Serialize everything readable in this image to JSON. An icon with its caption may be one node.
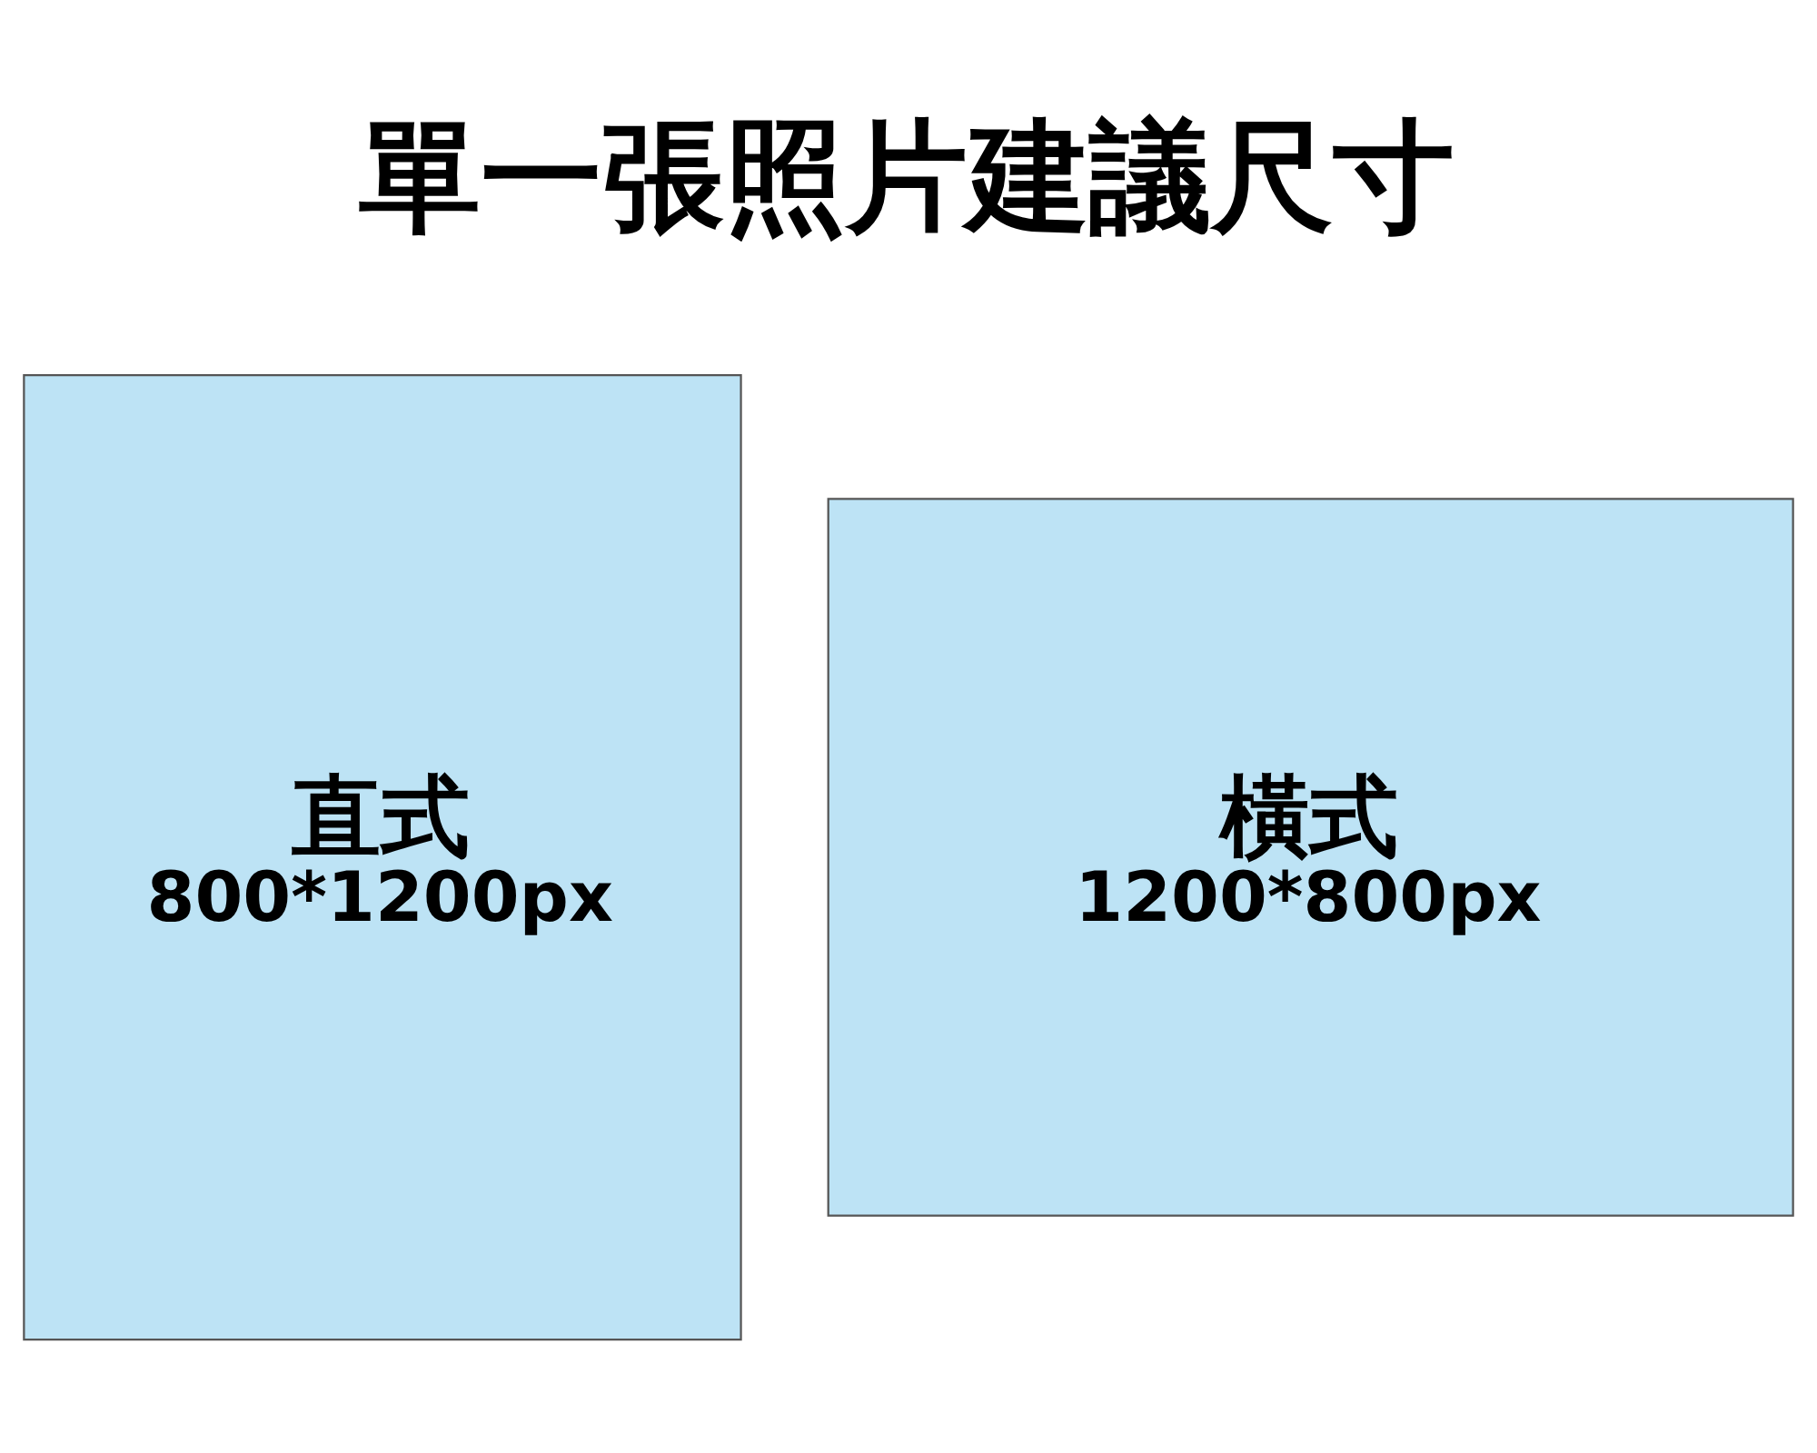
{
  "diagram": {
    "title": "單一張照片建議尺寸",
    "nodes": [
      {
        "text": [
          "直式",
          "800*1200px"
        ]
      },
      {
        "text": [
          "橫式",
          "1200*800px"
        ]
      }
    ]
  }
}
